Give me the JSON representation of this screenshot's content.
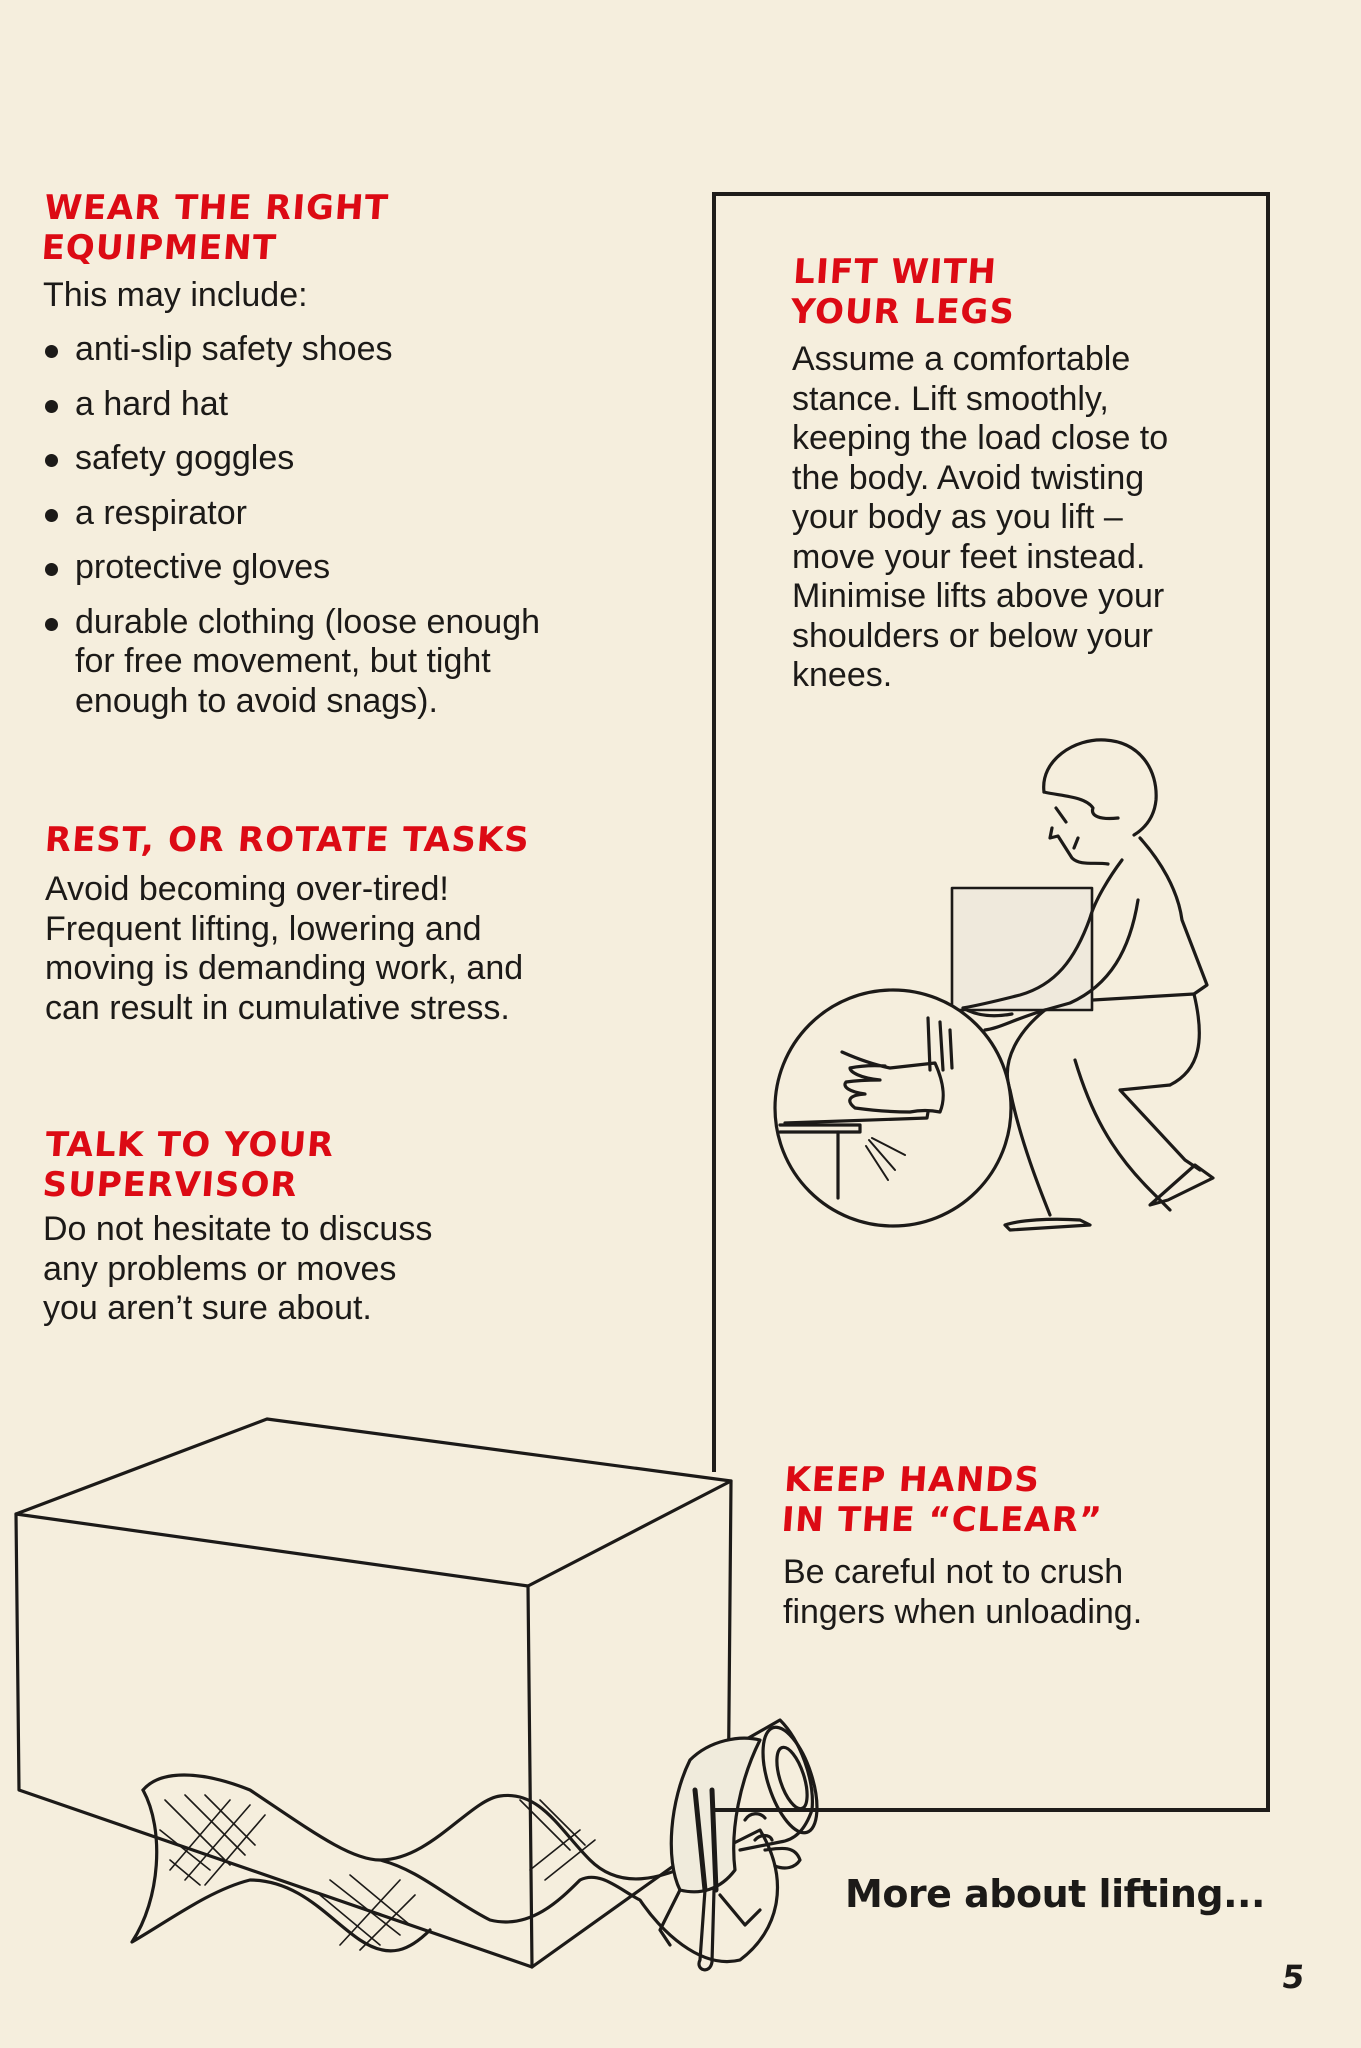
{
  "page": {
    "background_color": "#f5eedd",
    "heading_color": "#dc0a14",
    "text_color": "#1c1a18",
    "page_number": "5"
  },
  "sections": {
    "equipment": {
      "heading": [
        "WEAR THE RIGHT",
        "EQUIPMENT"
      ],
      "intro": "This may include:",
      "items": [
        [
          "anti-slip safety shoes"
        ],
        [
          "a hard hat"
        ],
        [
          "safety goggles"
        ],
        [
          "a respirator"
        ],
        [
          "protective gloves"
        ],
        [
          "durable clothing (loose enough",
          "for free movement, but tight",
          "enough to avoid snags)."
        ]
      ]
    },
    "rest": {
      "heading": [
        "REST, OR ROTATE TASKS"
      ],
      "body": [
        "Avoid becoming over-tired!",
        "Frequent lifting, lowering and",
        "moving is demanding work, and",
        "can result in cumulative stress."
      ]
    },
    "supervisor": {
      "heading": [
        "TALK TO YOUR",
        "SUPERVISOR"
      ],
      "body": [
        "Do not hesitate to discuss",
        "any problems or moves",
        "you aren’t sure about."
      ]
    },
    "legs": {
      "heading": [
        "LIFT WITH",
        "YOUR LEGS"
      ],
      "body": [
        "Assume a comfortable",
        "stance. Lift smoothly,",
        "keeping the load close to",
        "the body. Avoid twisting",
        "your body as you lift –",
        "move your feet instead.",
        "Minimise lifts above your",
        "shoulders or below your",
        "knees."
      ]
    },
    "hands": {
      "heading": [
        "KEEP HANDS",
        "IN THE “CLEAR”"
      ],
      "body": [
        "Be careful not to crush",
        "fingers when unloading."
      ]
    }
  },
  "footer": {
    "more_link": "More about lifting..."
  },
  "illustrations": {
    "lifter": "person-lifting-box-with-leg-bend-and-magnified-hand-inset",
    "cube": "large-box-with-wavy-bandage",
    "mascot": "rolled-bandage-character-with-crutch"
  }
}
